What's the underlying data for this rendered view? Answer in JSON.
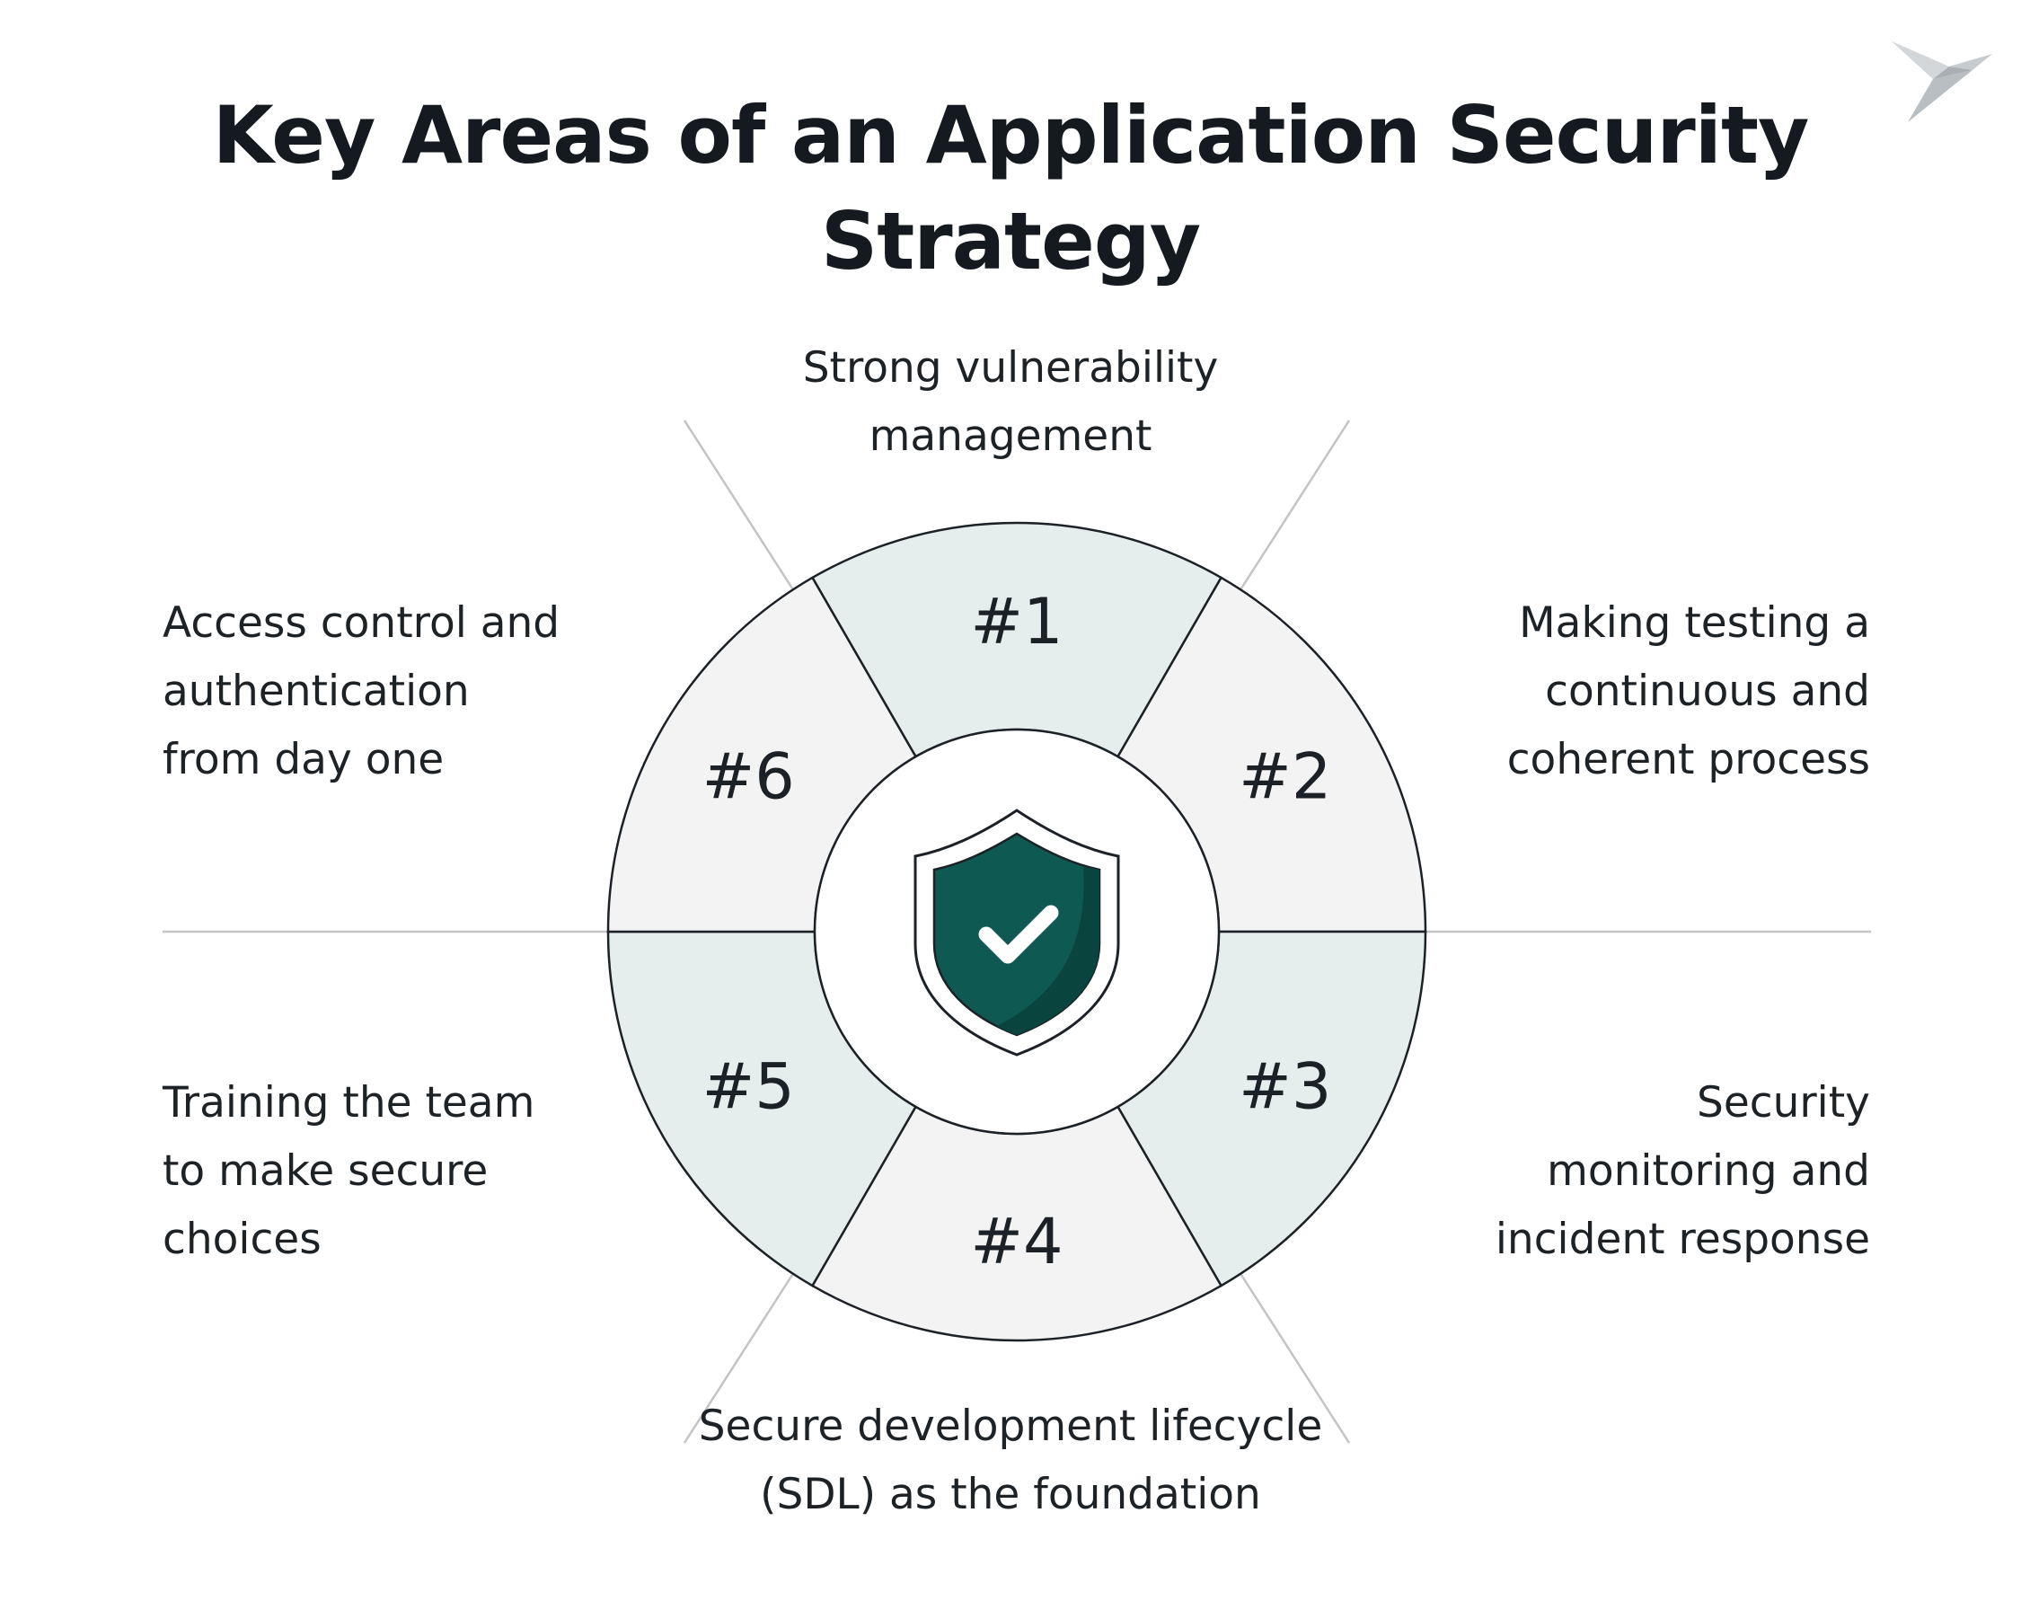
{
  "title": {
    "line1": "Key Areas of an Application Security",
    "line2": "Strategy"
  },
  "segments": [
    {
      "number": "#1",
      "label_lines": [
        "Strong vulnerability",
        "management"
      ],
      "color": "#e6eeed"
    },
    {
      "number": "#2",
      "label_lines": [
        "Making testing a",
        "continuous and",
        "coherent process"
      ],
      "color": "#f3f3f3"
    },
    {
      "number": "#3",
      "label_lines": [
        "Security",
        "monitoring and",
        "incident response"
      ],
      "color": "#e6eeed"
    },
    {
      "number": "#4",
      "label_lines": [
        "Secure development lifecycle",
        "(SDL) as the foundation"
      ],
      "color": "#f3f3f3"
    },
    {
      "number": "#5",
      "label_lines": [
        "Training the team",
        "to make secure",
        "choices"
      ],
      "color": "#e6eeed"
    },
    {
      "number": "#6",
      "label_lines": [
        "Access control and",
        "authentication",
        "from day one"
      ],
      "color": "#f3f3f3"
    }
  ],
  "center_icon": {
    "name": "shield-check-icon",
    "shield_color": "#0e5a52",
    "shield_shadow_color": "#0a443e"
  },
  "logo": {
    "name": "bird-logo-icon",
    "color": "#b9bec2"
  },
  "colors": {
    "outline": "#1b2126",
    "divider": "#c4c4c4"
  }
}
